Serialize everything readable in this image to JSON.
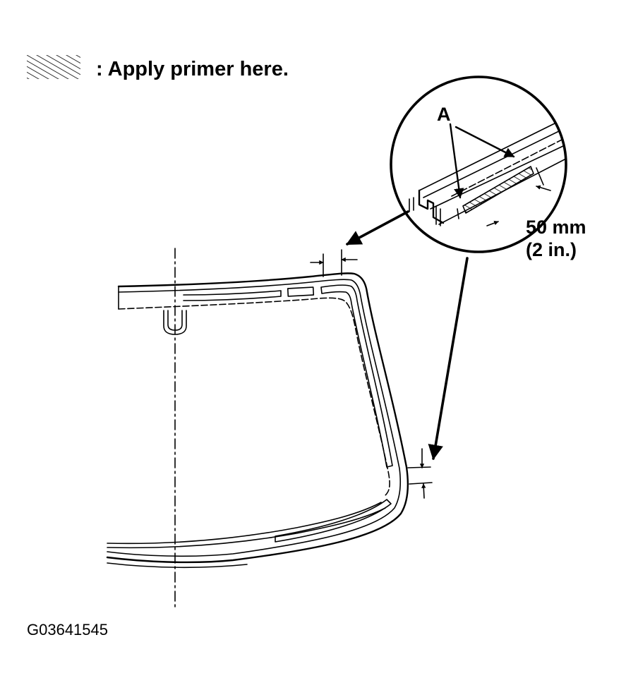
{
  "legend": {
    "icon": "hatch-pattern-icon",
    "text": ": Apply primer here."
  },
  "callout": {
    "label": "A",
    "dimension_metric": "50 mm",
    "dimension_imperial": "(2 in.)"
  },
  "figure_code": "G03641545"
}
